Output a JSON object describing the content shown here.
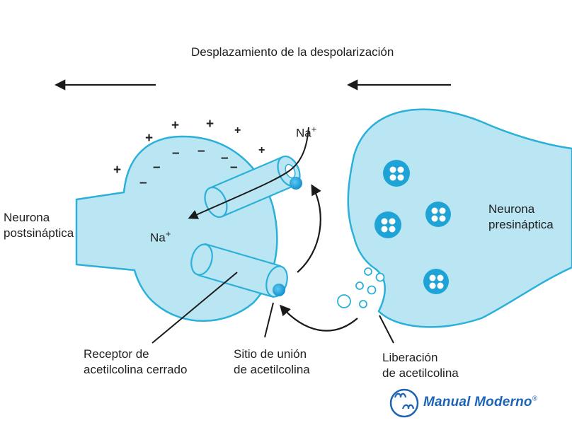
{
  "title": "Desplazamiento  de la despolarización",
  "labels": {
    "postsynaptic": "Neurona\npostsináptica",
    "presynaptic": "Neurona\npresináptica",
    "closed_receptor": "Receptor de\nacetilcolina cerrado",
    "binding_site": "Sitio de unión\nde acetilcolina",
    "release": "Liberación\nde acetilcolina"
  },
  "ions": {
    "na_top": "Na",
    "na_left": "Na",
    "charge_plus": "+",
    "charge_minus": "–"
  },
  "logo": {
    "text": "Manual Moderno",
    "registered": "®"
  },
  "colors": {
    "cell_fill": "#b9e6f2",
    "cell_stroke": "#2bb0d9",
    "ion_dot": "#1ea3d6",
    "arrow": "#1a1a1a",
    "logo": "#1e64b4"
  }
}
